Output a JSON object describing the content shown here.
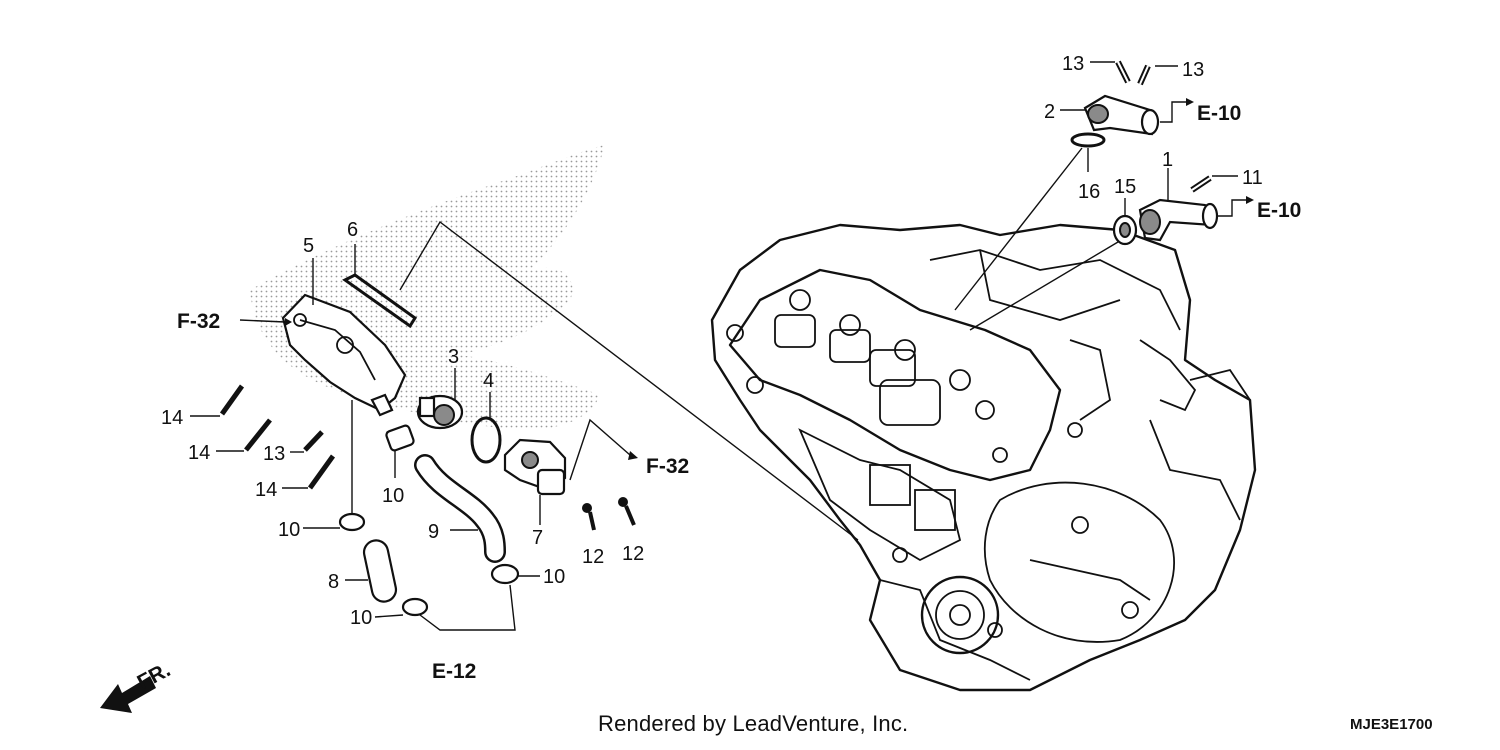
{
  "callouts": {
    "c1": "1",
    "c2": "2",
    "c3": "3",
    "c4": "4",
    "c5": "5",
    "c6": "6",
    "c7": "7",
    "c8": "8",
    "c9": "9",
    "c10a": "10",
    "c10b": "10",
    "c10c": "10",
    "c10d": "10",
    "c11": "11",
    "c12a": "12",
    "c12b": "12",
    "c13a": "13",
    "c13b": "13",
    "c13c": "13",
    "c14a": "14",
    "c14b": "14",
    "c14c": "14",
    "c15": "15",
    "c16": "16"
  },
  "refs": {
    "e10a": "E-10",
    "e10b": "E-10",
    "f32a": "F-32",
    "f32b": "F-32",
    "e12": "E-12",
    "fr": "FR."
  },
  "footer": {
    "rendered_by": "Rendered by LeadVenture, Inc.",
    "diagram_code": "MJE3E1700"
  }
}
